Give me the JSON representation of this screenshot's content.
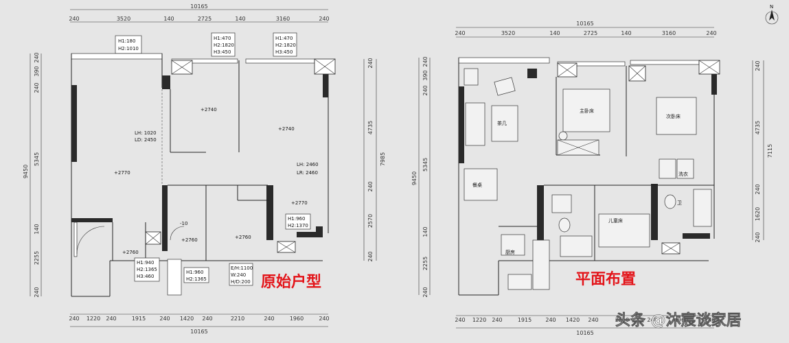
{
  "left_plan": {
    "title": "原始户型",
    "total_width_label": "10165",
    "top_dims": [
      "240",
      "3520",
      "140",
      "2725",
      "140",
      "3160",
      "240"
    ],
    "bottom_dims": [
      "240",
      "1220",
      "240",
      "1915",
      "240",
      "1420",
      "240",
      "2210",
      "240",
      "1960",
      "240"
    ],
    "left_total": "9450",
    "left_dims": [
      "240",
      "390",
      "240",
      "5345",
      "140",
      "2255",
      "240"
    ],
    "right_dims": [
      "240",
      "4735",
      "240",
      "2570",
      "240"
    ],
    "right_total": "7985",
    "window_boxes": [
      [
        "H1:180",
        "H2:1010"
      ],
      [
        "H1:470",
        "H2:1820",
        "H3:450"
      ],
      [
        "H1:470",
        "H2:1820",
        "H3:450"
      ]
    ],
    "lh_living": [
      "LH: 1020",
      "LD: 2450"
    ],
    "lh_right": [
      "LH: 2460",
      "LR: 2460"
    ],
    "elevations": [
      "+2740",
      "+2740",
      "+2770",
      "+2770",
      "-10",
      "+2760",
      "+2760",
      "+2760"
    ],
    "box_bed": [
      "H1:960",
      "H2:1370"
    ],
    "box_kitchen": [
      "H1:940",
      "H2:1365",
      "H3:460"
    ],
    "box_small": [
      "H1:960",
      "H2:1365"
    ],
    "box_door": [
      "E/H:1100",
      "W:240",
      "H/D:200"
    ]
  },
  "right_plan": {
    "title": "平面布置",
    "total_width_label": "10165",
    "top_dims": [
      "240",
      "3520",
      "140",
      "2725",
      "140",
      "3160",
      "240"
    ],
    "bottom_dims": [
      "240",
      "1220",
      "240",
      "1915",
      "240",
      "1420",
      "240",
      "2210",
      "240",
      "1960",
      "240"
    ],
    "left_total": "9450",
    "left_dims": [
      "240",
      "390",
      "240",
      "5345",
      "140",
      "2255",
      "240"
    ],
    "right_dims": [
      "240",
      "4735",
      "240",
      "1620",
      "240"
    ],
    "right_total": "7115",
    "furniture_labels": [
      "茶几",
      "主卧床",
      "儿童床",
      "餐桌",
      "次卧床",
      "厨房",
      "卫",
      "洗衣"
    ]
  },
  "watermark": "头条 @沐宸谈家居",
  "north_label": "N"
}
